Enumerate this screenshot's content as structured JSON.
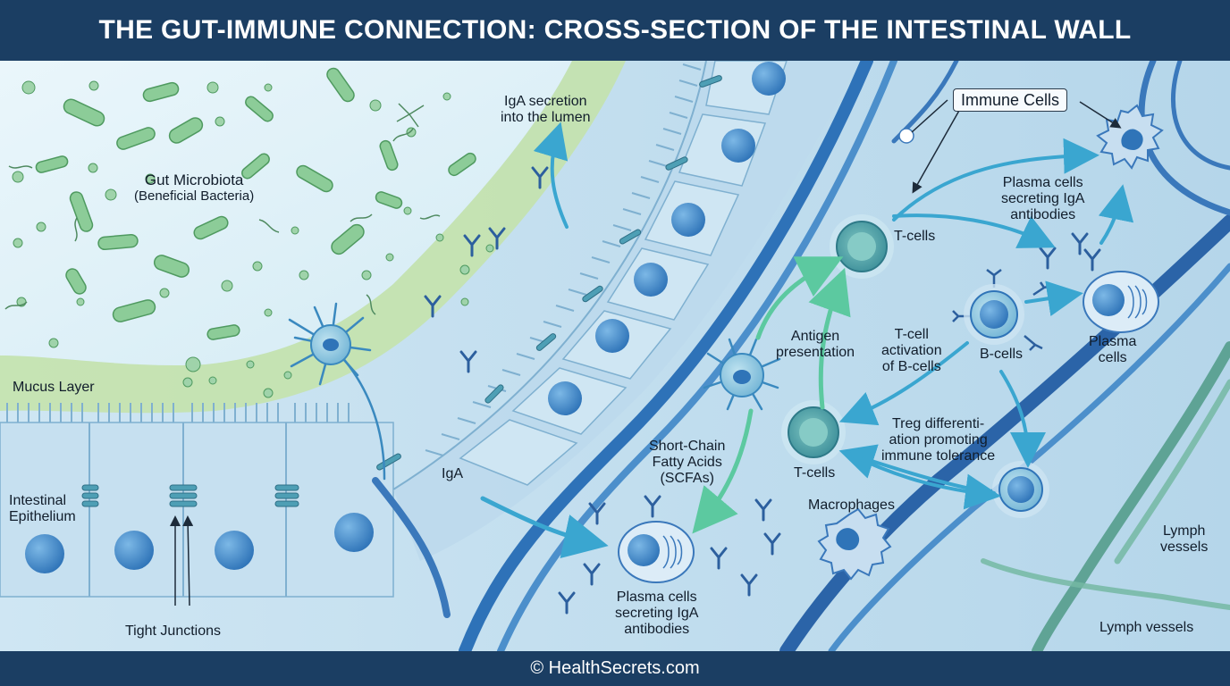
{
  "header": {
    "title": "THE GUT-IMMUNE CONNECTION: CROSS-SECTION OF THE INTESTINAL WALL"
  },
  "footer": {
    "credit": "© HealthSecrets.com"
  },
  "labels": {
    "gut_microbiota": "Gut Microbiota",
    "beneficial_bacteria": "(Beneficial Bacteria)",
    "mucus_layer": "Mucus Layer",
    "intestinal": "Intestinal",
    "epithelium": "Epithelium",
    "tight_junctions": "Tight Junctions",
    "iga_secretion_1": "IgA secretion",
    "iga_secretion_2": "into the lumen",
    "iga": "IgA",
    "immune_cells": "Immune Cells",
    "plasma_top_1": "Plasma cells",
    "plasma_top_2": "secreting IgA",
    "plasma_top_3": "antibodies",
    "tcells_top": "T-cells",
    "antigen_1": "Antigen",
    "antigen_2": "presentation",
    "tcell_act_1": "T-cell",
    "tcell_act_2": "activation",
    "tcell_act_3": "of B-cells",
    "bcells": "B-cells",
    "plasma_cells_1": "Plasma",
    "plasma_cells_2": "cells",
    "treg_1": "Treg differenti-",
    "treg_2": "ation promoting",
    "treg_3": "immune tolerance",
    "tcells_bottom": "T-cells",
    "scfa_1": "Short-Chain",
    "scfa_2": "Fatty Acids",
    "scfa_3": "(SCFAs)",
    "macrophages": "Macrophages",
    "plasma_bottom_1": "Plasma cells",
    "plasma_bottom_2": "secreting IgA",
    "plasma_bottom_3": "antibodies",
    "lymph_right_1": "Lymph",
    "lymph_right_2": "vessels",
    "lymph_bottom": "Lymph vessels"
  },
  "colors": {
    "header_bg": "#1b3e63",
    "bacteria": "#7cc08a",
    "mucus": "#c4e3a8",
    "epithelium": "#bcd9ec",
    "nucleus": "#3f86c6",
    "vessel": "#2e72b8",
    "lymph": "#4f9a86",
    "arrow": "#38b0c8"
  }
}
